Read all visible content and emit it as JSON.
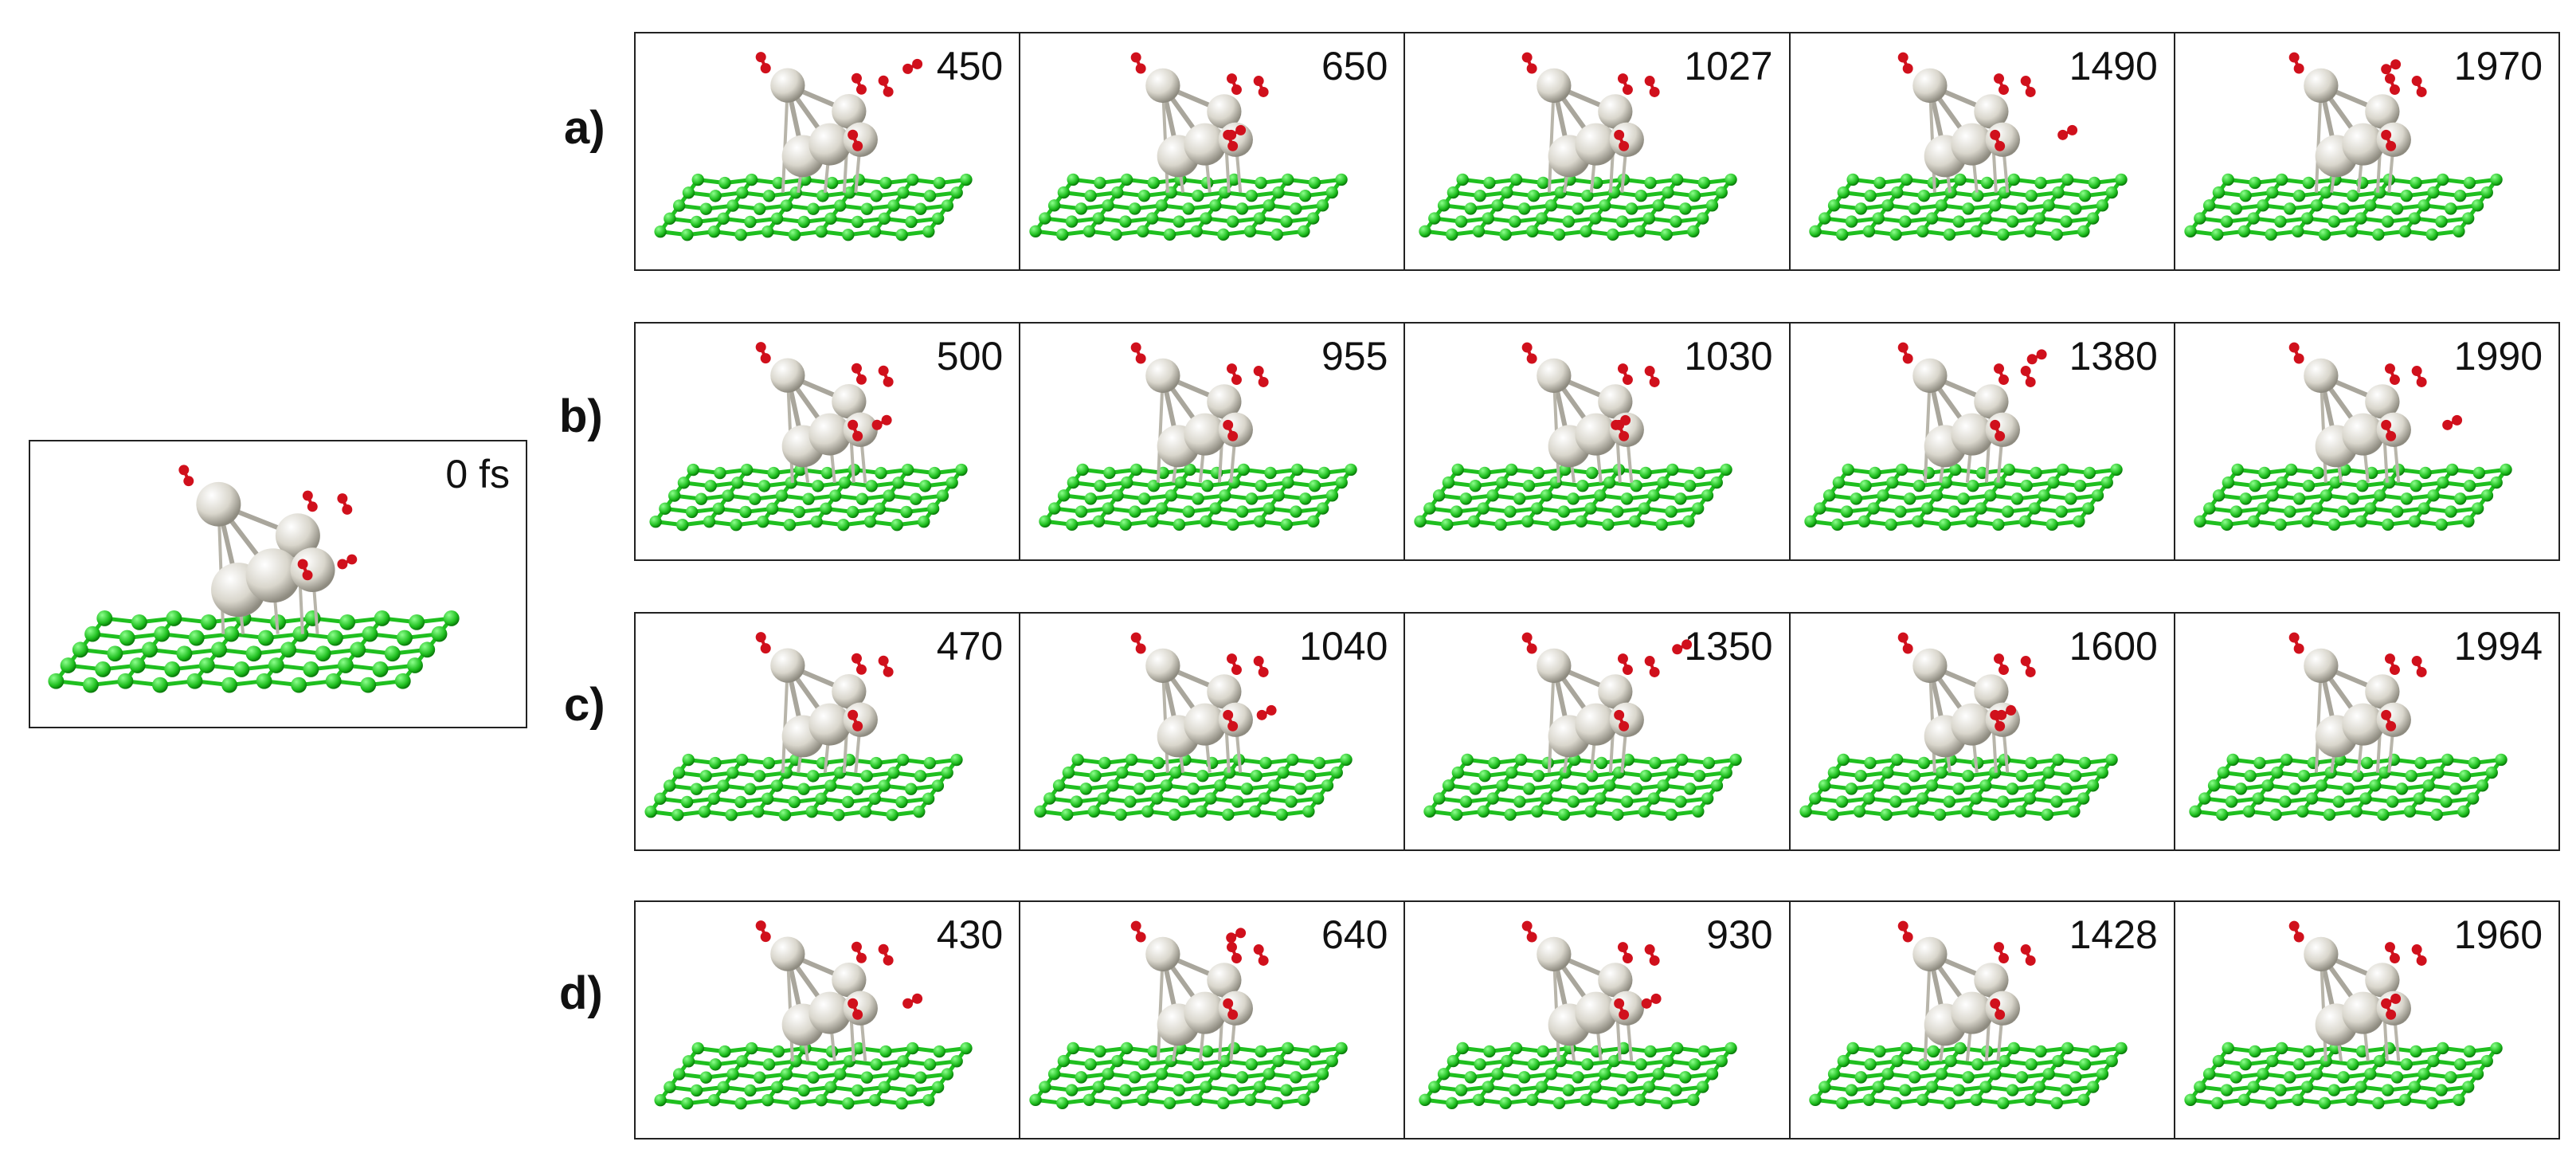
{
  "initial": {
    "time_label": "0 fs"
  },
  "rows": [
    {
      "label": "a)",
      "times": [
        "450",
        "650",
        "1027",
        "1490",
        "1970"
      ]
    },
    {
      "label": "b)",
      "times": [
        "500",
        "955",
        "1030",
        "1380",
        "1990"
      ]
    },
    {
      "label": "c)",
      "times": [
        "470",
        "1040",
        "1350",
        "1600",
        "1994"
      ]
    },
    {
      "label": "d)",
      "times": [
        "430",
        "640",
        "930",
        "1428",
        "1960"
      ]
    }
  ],
  "colors": {
    "carbon": "#1fbf1f",
    "cluster": "#d9d6cc",
    "oxygen": "#d0101c",
    "border": "#222222"
  }
}
